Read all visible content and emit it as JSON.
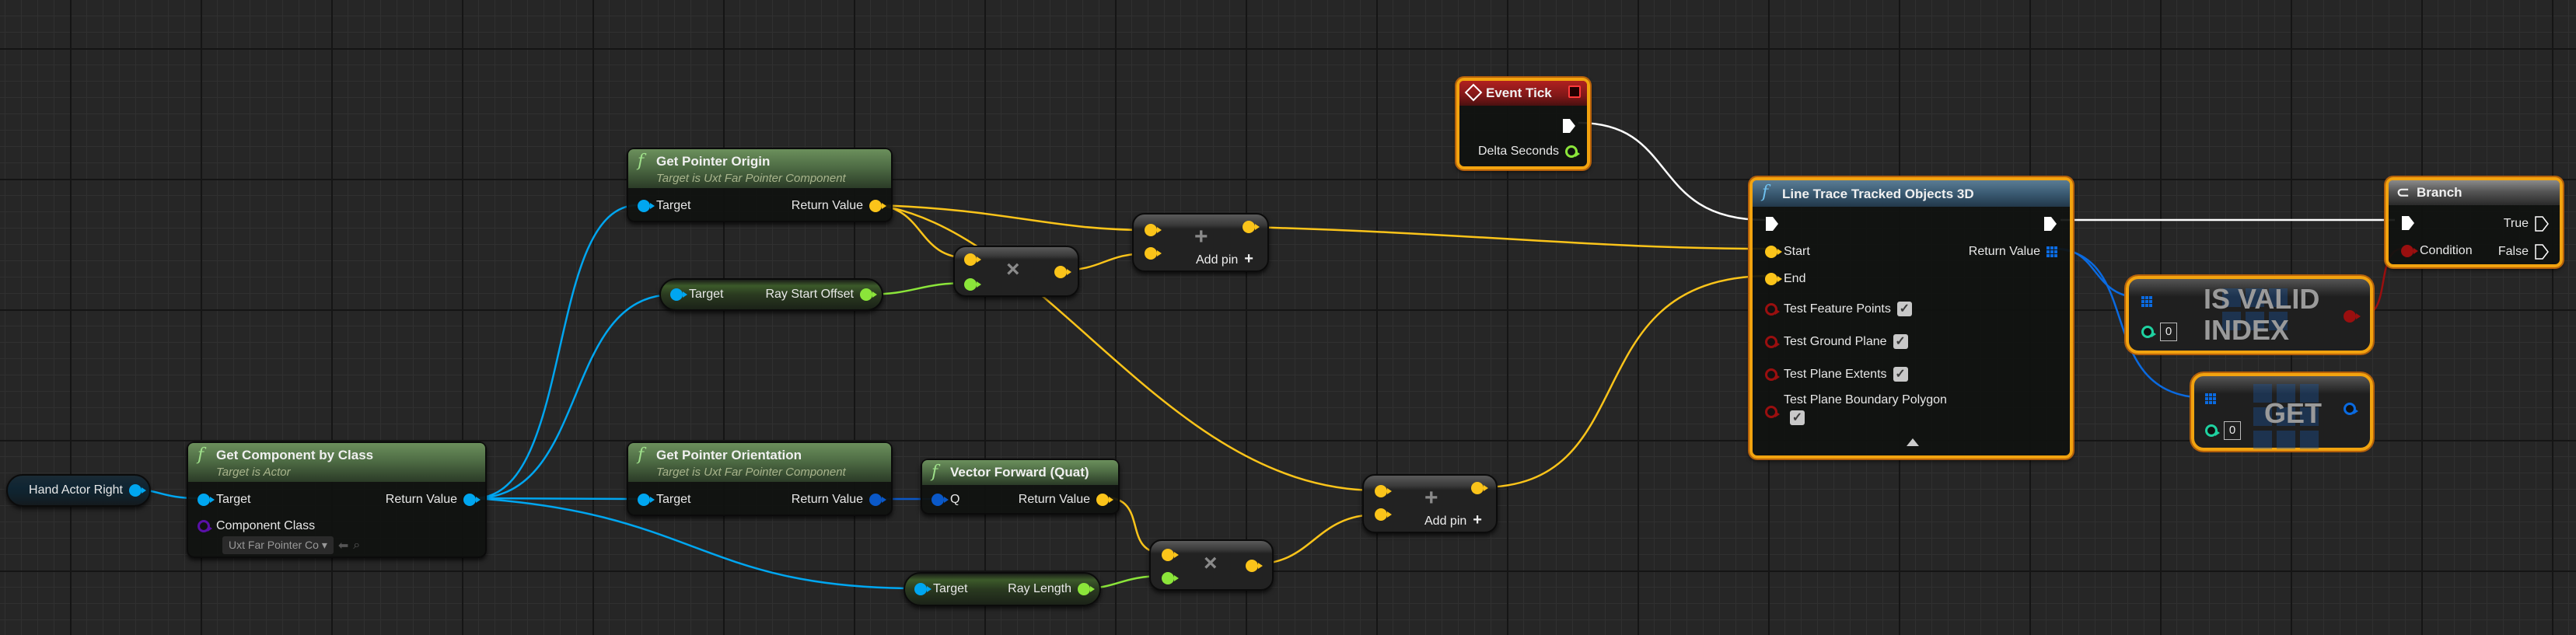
{
  "graph": {
    "background_color": "#262626",
    "wire_colors": {
      "exec": "#ffffff",
      "object": "#00a6f0",
      "vector": "#fbc41a",
      "float": "#8be53a",
      "quat": "#0a58c8",
      "bool": "#9a0f0f",
      "array": "#0a6ae0"
    }
  },
  "nodes": {
    "hand_actor_right": {
      "label": "Hand Actor Right",
      "type": "variable"
    },
    "get_component_by_class": {
      "title": "Get Component by Class",
      "subtitle": "Target is Actor",
      "icon": "function-icon",
      "pins": {
        "target": "Target",
        "return_value": "Return Value",
        "component_class": "Component Class"
      },
      "component_class_value": "Uxt Far Pointer Co"
    },
    "get_pointer_origin": {
      "title": "Get Pointer Origin",
      "subtitle": "Target is Uxt Far Pointer Component",
      "icon": "function-icon",
      "pins": {
        "target": "Target",
        "return_value": "Return Value"
      }
    },
    "ray_start_offset": {
      "pins": {
        "target": "Target",
        "value": "Ray Start Offset"
      }
    },
    "multiply_1": {
      "symbol": "×"
    },
    "add_1": {
      "symbol": "+",
      "add_pin": "Add pin"
    },
    "get_pointer_orientation": {
      "title": "Get Pointer Orientation",
      "subtitle": "Target is Uxt Far Pointer Component",
      "icon": "function-icon",
      "pins": {
        "target": "Target",
        "return_value": "Return Value"
      }
    },
    "vector_forward": {
      "title": "Vector Forward (Quat)",
      "icon": "function-icon",
      "pins": {
        "q": "Q",
        "return_value": "Return Value"
      }
    },
    "ray_length": {
      "pins": {
        "target": "Target",
        "value": "Ray Length"
      }
    },
    "multiply_2": {
      "symbol": "×"
    },
    "add_2": {
      "symbol": "+",
      "add_pin": "Add pin"
    },
    "event_tick": {
      "title": "Event Tick",
      "icon": "event-icon",
      "pins": {
        "delta_seconds": "Delta Seconds"
      }
    },
    "line_trace": {
      "title": "Line Trace Tracked Objects 3D",
      "icon": "function-icon",
      "pins": {
        "start": "Start",
        "end": "End",
        "return_value": "Return Value",
        "test_feature_points": "Test Feature Points",
        "test_ground_plane": "Test Ground Plane",
        "test_plane_extents": "Test Plane Extents",
        "test_plane_boundary_polygon": "Test Plane Boundary Polygon"
      },
      "checkboxes": {
        "test_feature_points": true,
        "test_ground_plane": true,
        "test_plane_extents": true,
        "test_plane_boundary_polygon": true
      }
    },
    "branch": {
      "title": "Branch",
      "icon": "branch-icon",
      "pins": {
        "condition": "Condition",
        "true": "True",
        "false": "False"
      }
    },
    "is_valid_index": {
      "title_line1": "IS VALID",
      "title_line2": "INDEX",
      "index_value": "0"
    },
    "get": {
      "title": "GET",
      "index_value": "0"
    }
  }
}
